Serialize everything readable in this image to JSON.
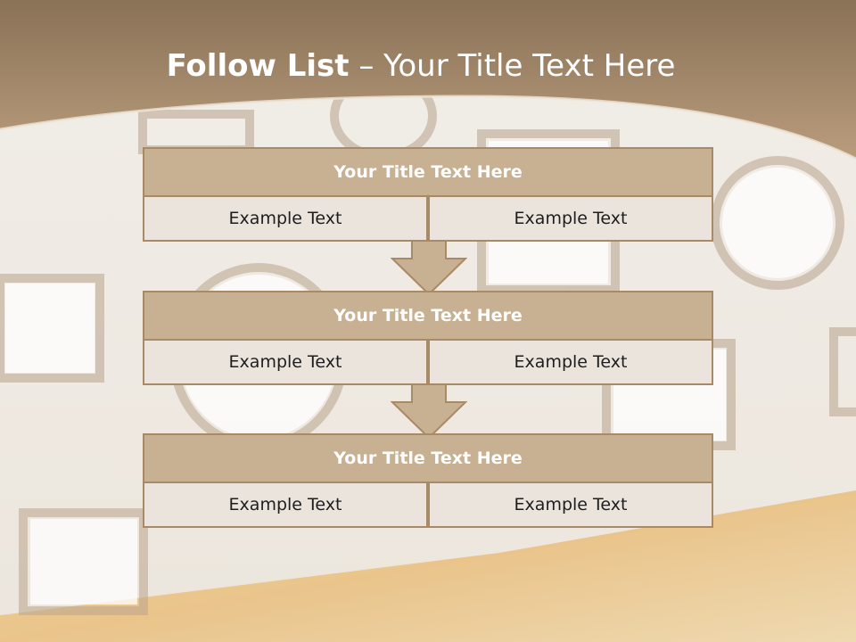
{
  "slide": {
    "title_bold": "Follow List",
    "title_rest": " – Your Title Text Here"
  },
  "blocks": [
    {
      "title": "Your Title Text Here",
      "cells": [
        "Example Text",
        "Example Text"
      ]
    },
    {
      "title": "Your Title Text Here",
      "cells": [
        "Example Text",
        "Example Text"
      ]
    },
    {
      "title": "Your Title Text Here",
      "cells": [
        "Example Text",
        "Example Text"
      ]
    }
  ],
  "colors": {
    "header_band": "#a3876a",
    "title_row": "#c8b092",
    "cell": "#ebe4dc",
    "border": "#a98a66",
    "arrow": "#c8b092"
  }
}
